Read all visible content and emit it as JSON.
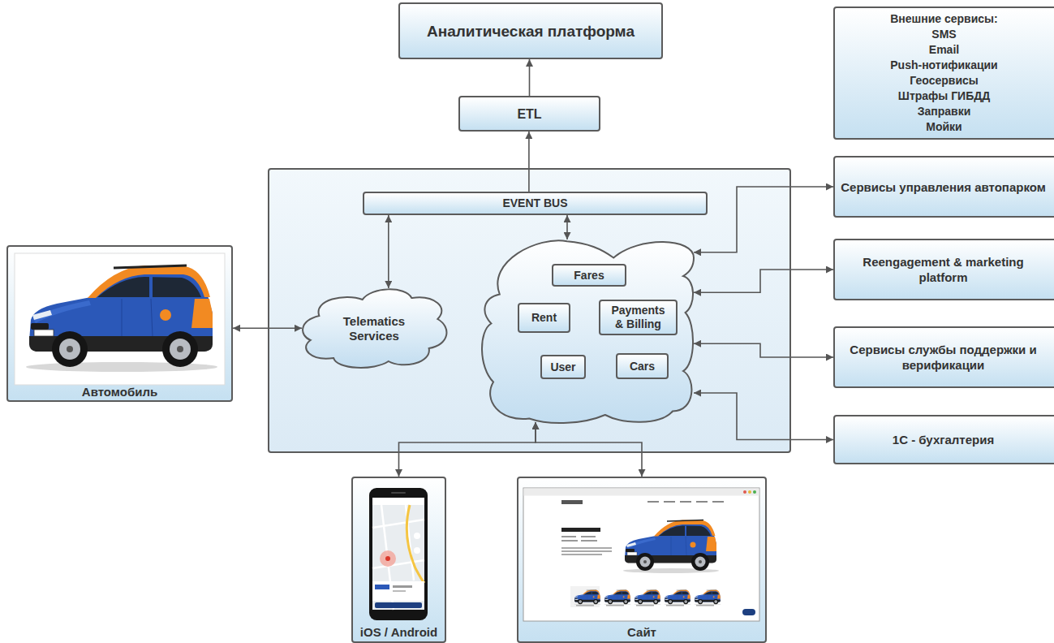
{
  "diagram": {
    "nodes": [
      {
        "text": [
          "Аналитическая платформа"
        ]
      },
      {
        "text": [
          "ETL"
        ]
      },
      {
        "text": [
          "Внешние сервисы:",
          "SMS",
          "Email",
          "Push-нотификации",
          "Геосервисы",
          "Штрафы ГИБДД",
          "Заправки",
          "Мойки"
        ]
      },
      {
        "text": []
      },
      {
        "text": [
          "EVENT BUS"
        ],
        "in": 3
      },
      {
        "text": [
          "Telematics Services"
        ],
        "in": 3
      },
      {
        "text": [],
        "in": 3
      },
      {
        "text": [
          "Fares"
        ],
        "in": 6
      },
      {
        "text": [
          "Rent"
        ],
        "in": 6
      },
      {
        "text": [
          "Payments & Billing"
        ],
        "in": 6
      },
      {
        "text": [
          "User"
        ],
        "in": 6
      },
      {
        "text": [
          "Cars"
        ],
        "in": 6
      },
      {
        "text": [
          "Сервисы управления автопарком"
        ]
      },
      {
        "text": [
          "Reengagement & marketing platform"
        ]
      },
      {
        "text": [
          "Сервисы службы поддержки и верификации"
        ]
      },
      {
        "text": [
          "1С - бухгалтерия"
        ]
      },
      {
        "text": [
          "Автомобиль"
        ]
      },
      {
        "text": [
          "iOS / Android"
        ]
      },
      {
        "text": [
          "Сайт"
        ]
      }
    ],
    "edges": [
      {
        "from": 1,
        "to": 0,
        "arrow": "to"
      },
      {
        "from": 4,
        "to": 1,
        "arrow": "to"
      },
      {
        "from": 5,
        "to": 4,
        "arrow": "both"
      },
      {
        "from": 6,
        "to": 4,
        "arrow": "both"
      },
      {
        "from": 16,
        "to": 5,
        "arrow": "both"
      },
      {
        "from": 6,
        "to": 12,
        "arrow": "both"
      },
      {
        "from": 6,
        "to": 13,
        "arrow": "both"
      },
      {
        "from": 6,
        "to": 14,
        "arrow": "both"
      },
      {
        "from": 6,
        "to": 15,
        "arrow": "both"
      },
      {
        "from": 6,
        "to": 17,
        "arrow": "both"
      },
      {
        "from": 6,
        "to": 18,
        "arrow": "both"
      }
    ]
  }
}
